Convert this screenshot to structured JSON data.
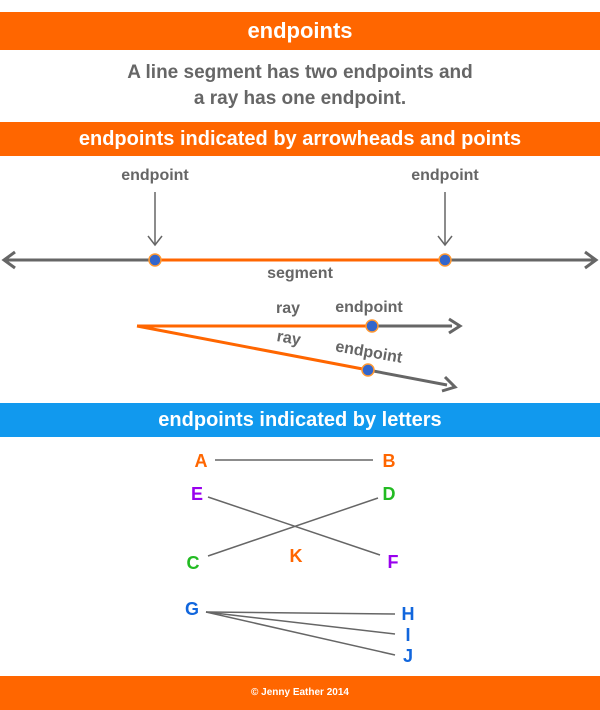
{
  "title": "endpoints",
  "intro": {
    "line1": "A line segment has two endpoints and",
    "line2": "a ray has one endpoint."
  },
  "section1": {
    "heading": "endpoints indicated by arrowheads and points",
    "endpoint_left": "endpoint",
    "endpoint_right": "endpoint",
    "segment": "segment",
    "ray1": "ray",
    "ray1_endpoint": "endpoint",
    "ray2": "ray",
    "ray2_endpoint": "endpoint"
  },
  "section2": {
    "heading": "endpoints indicated by letters",
    "letters": {
      "A": "A",
      "B": "B",
      "C": "C",
      "D": "D",
      "E": "E",
      "F": "F",
      "G": "G",
      "H": "H",
      "I": "I",
      "J": "J",
      "K": "K"
    }
  },
  "footer": "© Jenny Eather 2014",
  "colors": {
    "orange": "#ff6600",
    "blue_band": "#1199ee",
    "gray": "#666666",
    "point_fill": "#3366cc",
    "purple": "#9900ee",
    "green": "#22bb22",
    "letter_blue": "#1166dd"
  }
}
